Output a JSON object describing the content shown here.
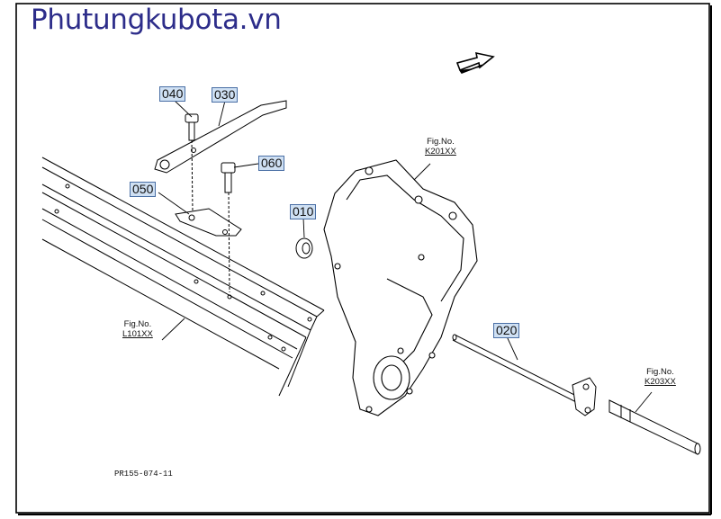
{
  "watermark": "Phutungkubota.vn",
  "callouts": {
    "p010": "010",
    "p020": "020",
    "p030": "030",
    "p040": "040",
    "p050": "050",
    "p060": "060"
  },
  "figure_refs": {
    "k201": {
      "label": "Fig.No.",
      "code": "K201XX"
    },
    "l101": {
      "label": "Fig.No.",
      "code": "L101XX"
    },
    "k203": {
      "label": "Fig.No.",
      "code": "K203XX"
    }
  },
  "drawing_code": "PR155-074-11"
}
